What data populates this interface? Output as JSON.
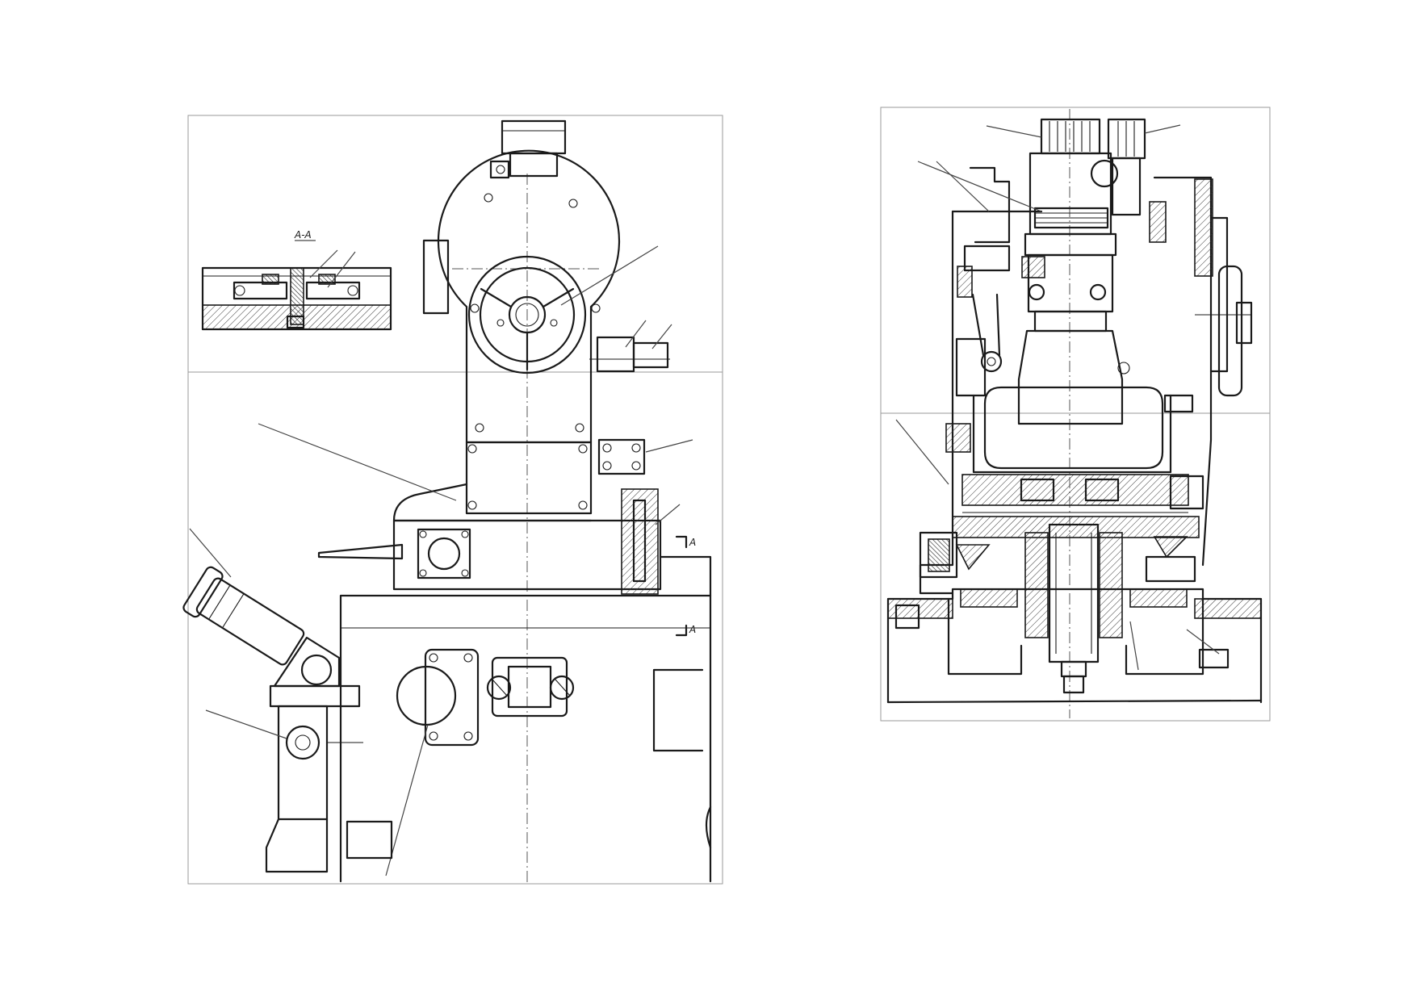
{
  "drawing_left": {
    "section_label": "A-A",
    "section_markers": [
      "A",
      "A"
    ]
  },
  "drawing_right": {},
  "colors": {
    "ink": "#1a1a1a",
    "frame": "#9a9a9a",
    "paper": "#ffffff"
  }
}
